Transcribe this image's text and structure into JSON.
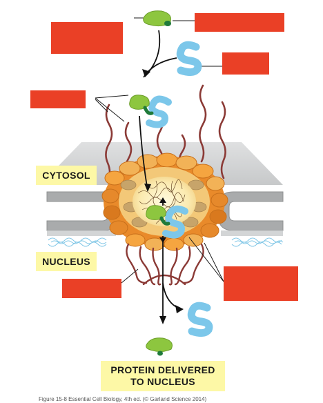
{
  "labels": {
    "cytosol": "CYTOSOL",
    "nucleus": "NUCLEUS",
    "delivered_line1": "PROTEIN DELIVERED",
    "delivered_line2": "TO NUCLEUS"
  },
  "caption": "Figure 15-8 Essential Cell Biology, 4th ed. (© Garland Science 2014)",
  "colors": {
    "redacted_box": "#ea4026",
    "label_fill": "#fdf8a6",
    "cargo_protein": "#8dc63f",
    "nls_signal": "#1f7a3a",
    "importin": "#7cc7ea",
    "fibril": "#8b3a36",
    "pore_ring_outer": "#f39a2a",
    "pore_ring_inner": "#f5c266",
    "membrane": "#c9cbcc",
    "chromatin": "#7fc6e6"
  }
}
